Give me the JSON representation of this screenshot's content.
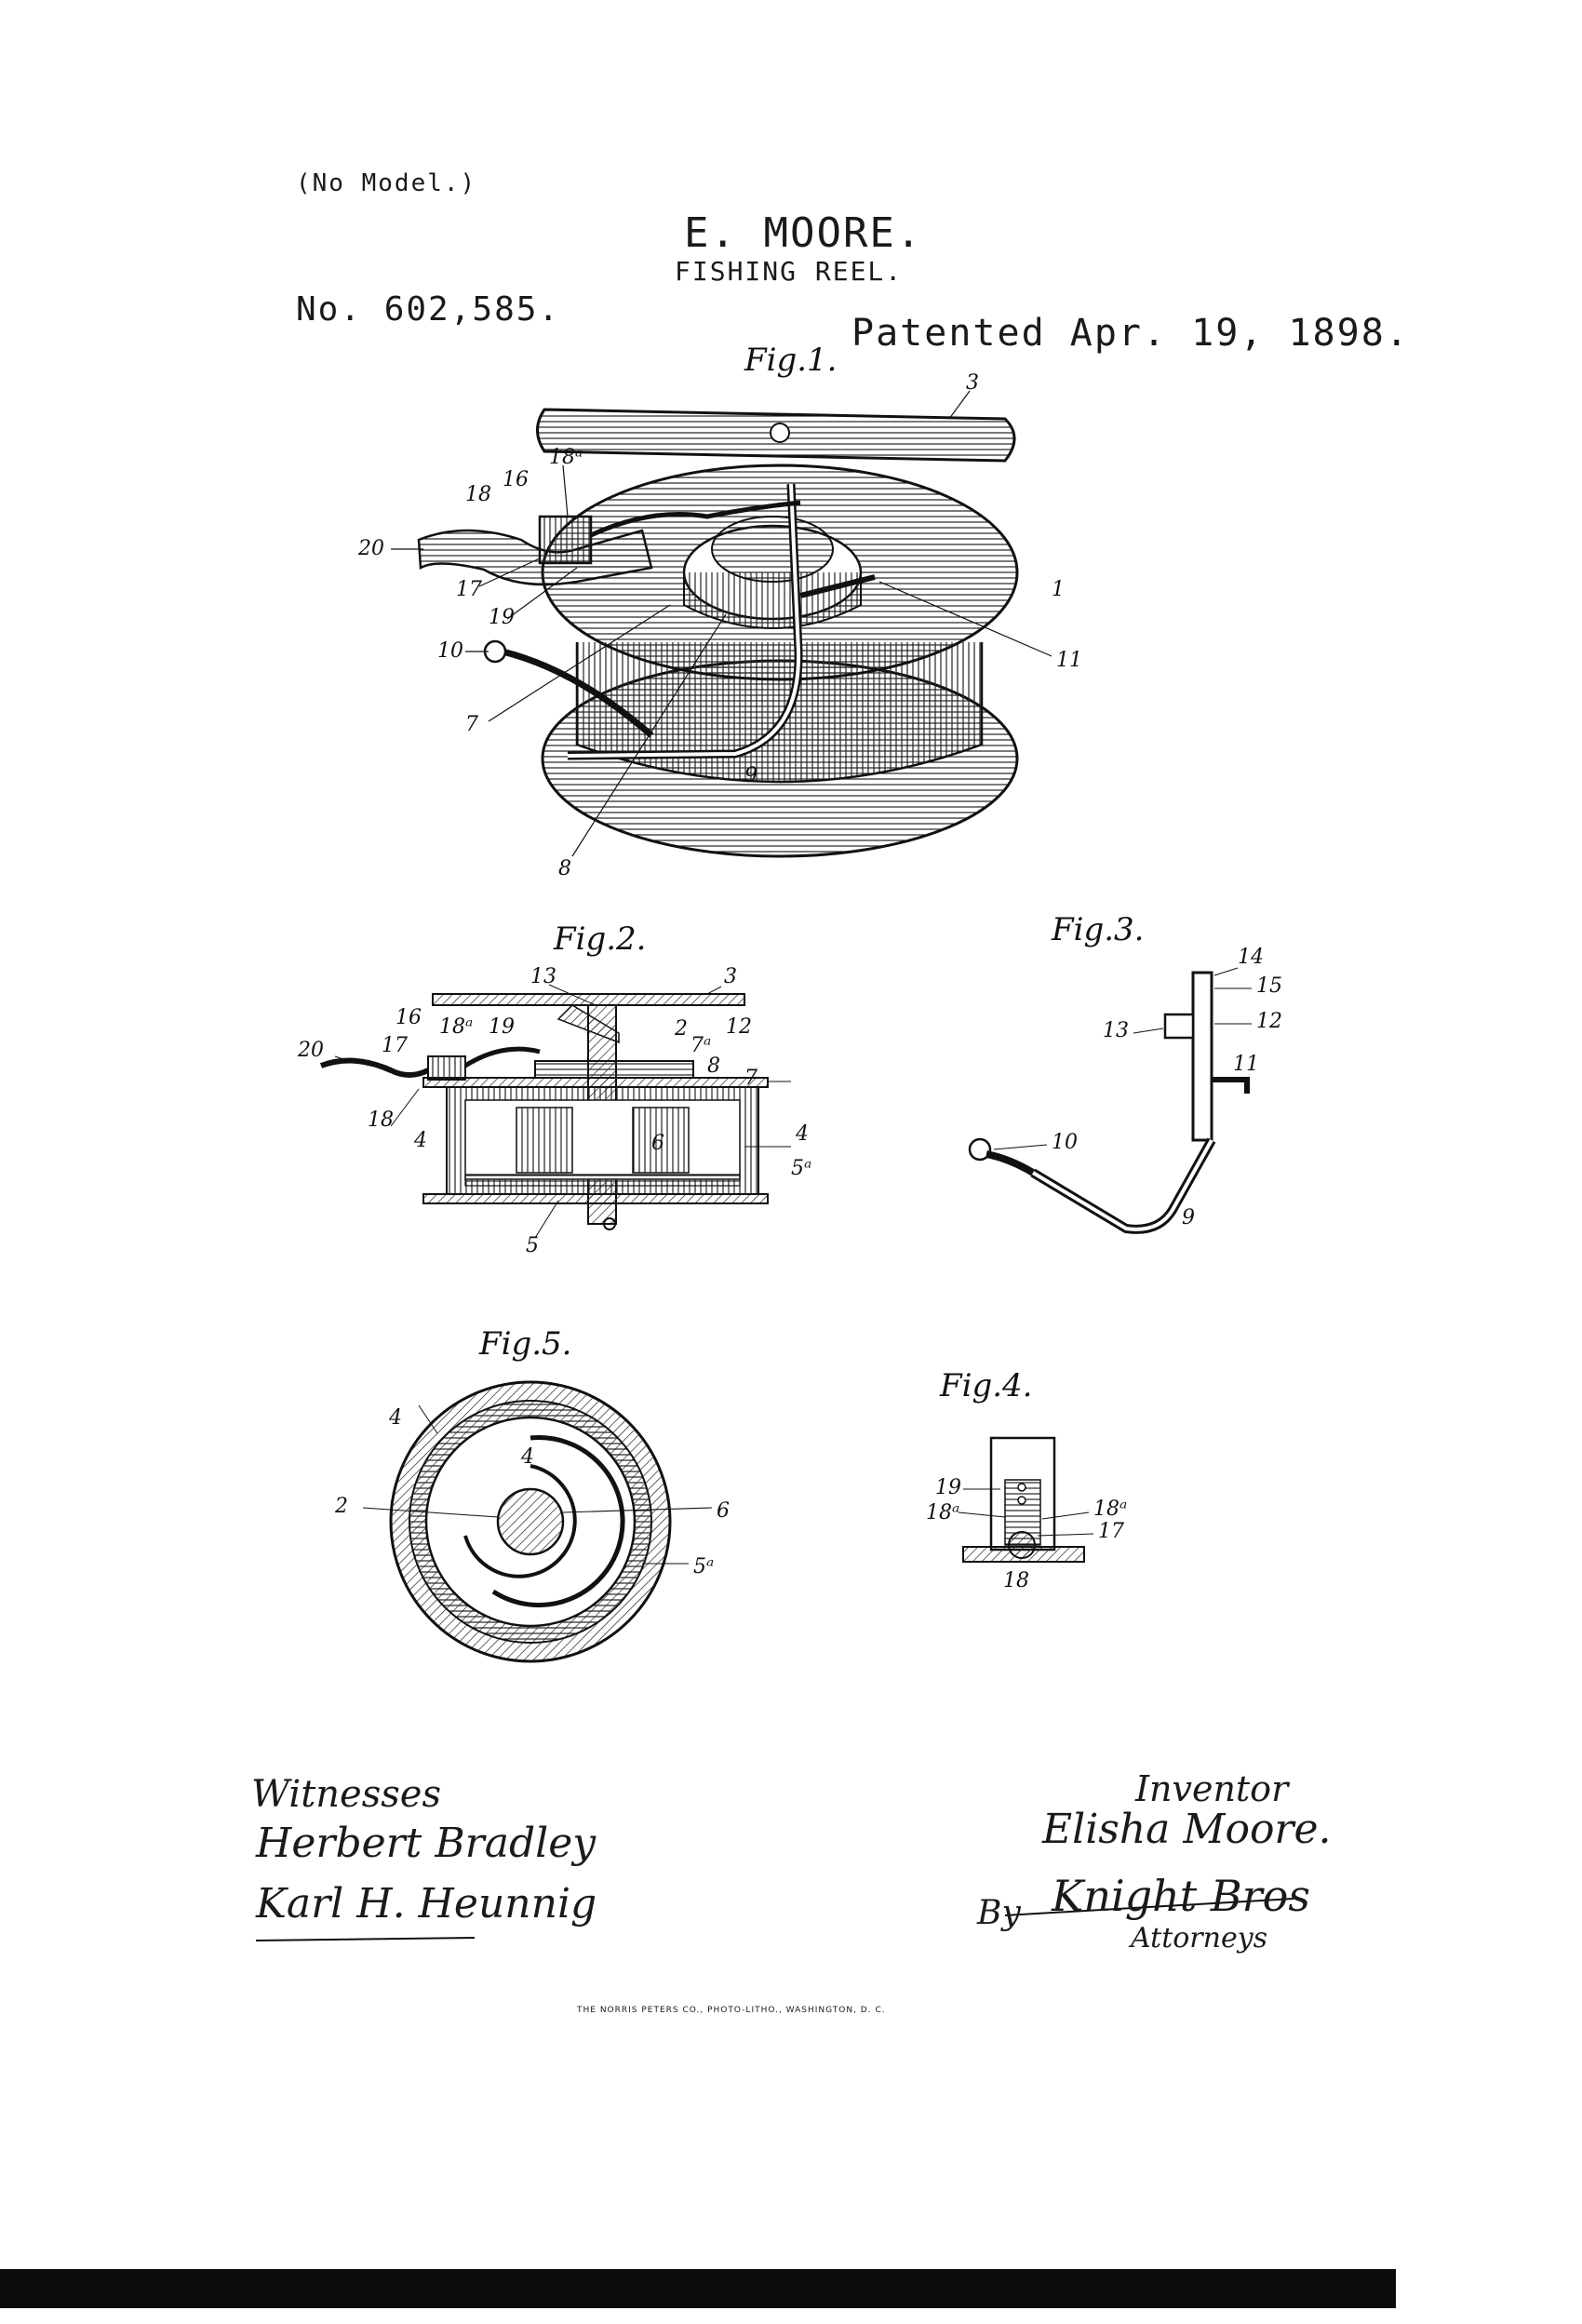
{
  "header": {
    "no_model": "(No Model.)",
    "inventor": "E. MOORE.",
    "title": "FISHING REEL.",
    "patent_number": "No. 602,585.",
    "patented": "Patented Apr. 19, 1898."
  },
  "figures": {
    "fig1": {
      "title": "Fig.1.",
      "refs": [
        "3",
        "18a",
        "16",
        "18",
        "20",
        "17",
        "19",
        "10",
        "7",
        "8",
        "9",
        "1",
        "11"
      ]
    },
    "fig2": {
      "title": "Fig.2.",
      "refs": [
        "13",
        "3",
        "16",
        "18a",
        "19",
        "12",
        "2",
        "7a",
        "8",
        "7",
        "20",
        "17",
        "18",
        "4",
        "6",
        "4",
        "5a",
        "5"
      ]
    },
    "fig3": {
      "title": "Fig.3.",
      "refs": [
        "14",
        "15",
        "13",
        "12",
        "11",
        "10",
        "9"
      ]
    },
    "fig4": {
      "title": "Fig.4.",
      "refs": [
        "19",
        "18a",
        "18a",
        "17",
        "18"
      ]
    },
    "fig5": {
      "title": "Fig.5.",
      "refs": [
        "4",
        "4",
        "2",
        "6",
        "5a"
      ]
    }
  },
  "signatures": {
    "witnesses_label": "Witnesses",
    "witness_1": "Herbert Bradley",
    "witness_2": "Karl H. Heunnig",
    "inventor_label": "Inventor",
    "inventor_name": "Elisha Moore.",
    "by": "By",
    "attorney": "Knight Bros",
    "attorneys_label": "Attorneys"
  },
  "footer": {
    "printer": "THE NORRIS PETERS CO., PHOTO-LITHO., WASHINGTON, D. C."
  }
}
